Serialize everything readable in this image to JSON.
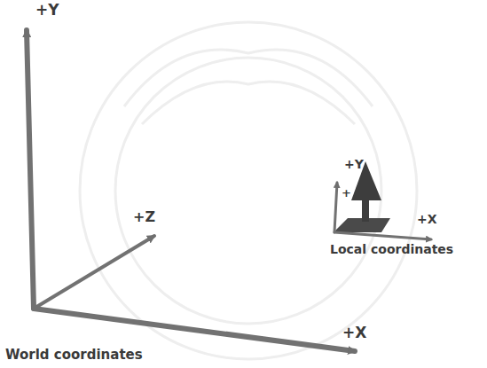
{
  "diagram": {
    "labels": [
      "+Y",
      "+Z",
      "+X",
      "World coordinates",
      "+Y",
      "+",
      "+X",
      "Local coordinates"
    ]
  }
}
